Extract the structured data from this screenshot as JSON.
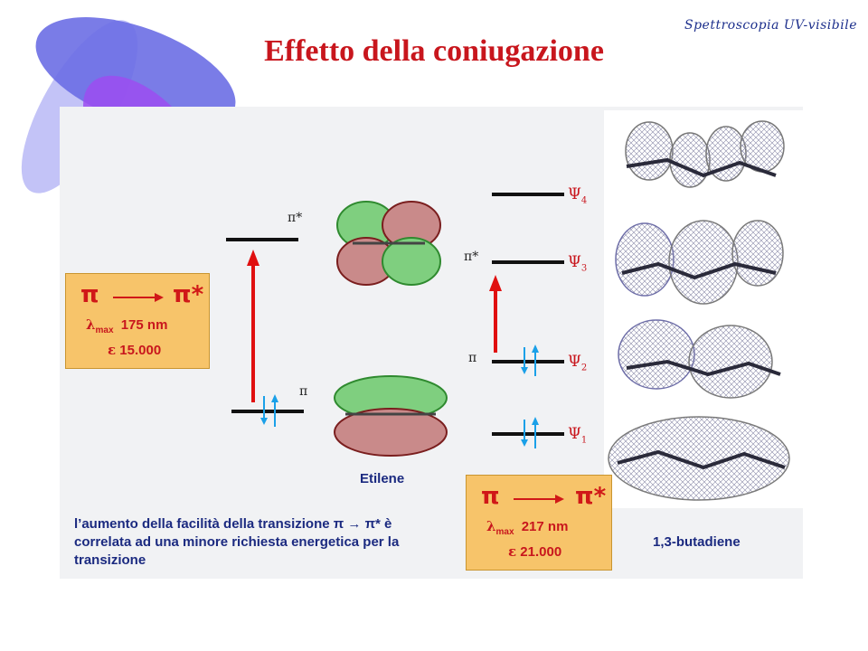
{
  "header": {
    "tag": "Spettroscopia UV-visibile",
    "title": "Effetto della coniugazione"
  },
  "ethylene": {
    "name": "Etilene",
    "level_high": "π*",
    "level_low": "π",
    "transition_from": "π",
    "transition_to": "π*",
    "lambda_symbol": "λ",
    "lambda_sub": "max",
    "lambda_value": "175 nm",
    "epsilon_symbol": "ε",
    "epsilon_value": "15.000"
  },
  "butadiene": {
    "name": "1,3-butadiene",
    "pi_star_label": "π*",
    "pi_label": "π",
    "psi_symbol": "Ψ",
    "psi_labels": [
      "4",
      "3",
      "2",
      "1"
    ],
    "transition_from": "π",
    "transition_to": "π*",
    "lambda_symbol": "λ",
    "lambda_sub": "max",
    "lambda_value": "217 nm",
    "epsilon_symbol": "ε",
    "epsilon_value": "21.000"
  },
  "explanation": "l’aumento della facilità della transizione π → π* è correlata ad una minore richiesta energetica per la transizione",
  "colors": {
    "title": "#c8161d",
    "accent_red": "#e01010",
    "electron_blue": "#1aa0e8",
    "box_fill": "#f7c46a",
    "text_blue": "#1b2a80"
  },
  "icons": [
    "decorative-ellipses-logo",
    "pi-orbital-image",
    "mo-orbital-image"
  ]
}
